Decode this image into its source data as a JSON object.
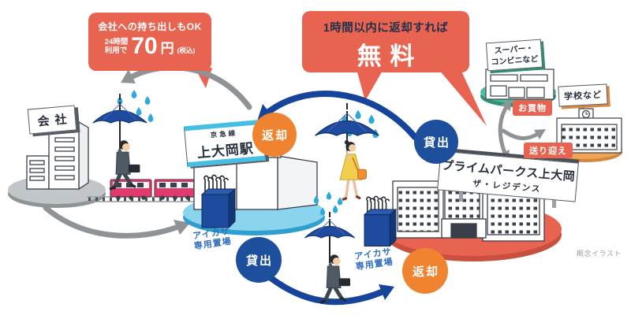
{
  "price_bubble": {
    "line1": "会社への持ち出しもOK",
    "duration_line1": "24時間",
    "duration_line2": "利用で",
    "amount": "70",
    "unit": "円",
    "tax": "(税込)"
  },
  "free_bubble": {
    "line1": "1時間以内に返却すれば",
    "line2": "無料"
  },
  "company": {
    "sign": "会社"
  },
  "station": {
    "line": "京急線",
    "name": "上大岡駅"
  },
  "residence": {
    "name": "プライムパークス上大岡",
    "sub": "ザ・レジデンス"
  },
  "supermarket": {
    "line1": "スーパー・",
    "line2": "コンビニなど"
  },
  "school": {
    "name": "学校など"
  },
  "badges": {
    "shopping": "お買物",
    "pickup": "送り迎え"
  },
  "actions": {
    "return": "返却",
    "rent": "貸出"
  },
  "stand": {
    "line1": "アイカサ",
    "line2": "専用置場"
  },
  "note": "概念イラスト",
  "colors": {
    "accent_red": "#E86450",
    "navy_arrow": "#17449B",
    "return_orange": "#F0832F",
    "rent_blue": "#1D4F9C",
    "rain_blue": "#2FA8DC",
    "station_platform": "#8AD4EE",
    "supermarket_teal": "#52BBA0",
    "school_orange": "#F0A455",
    "umbrella_navy": "#1E4B9E"
  }
}
